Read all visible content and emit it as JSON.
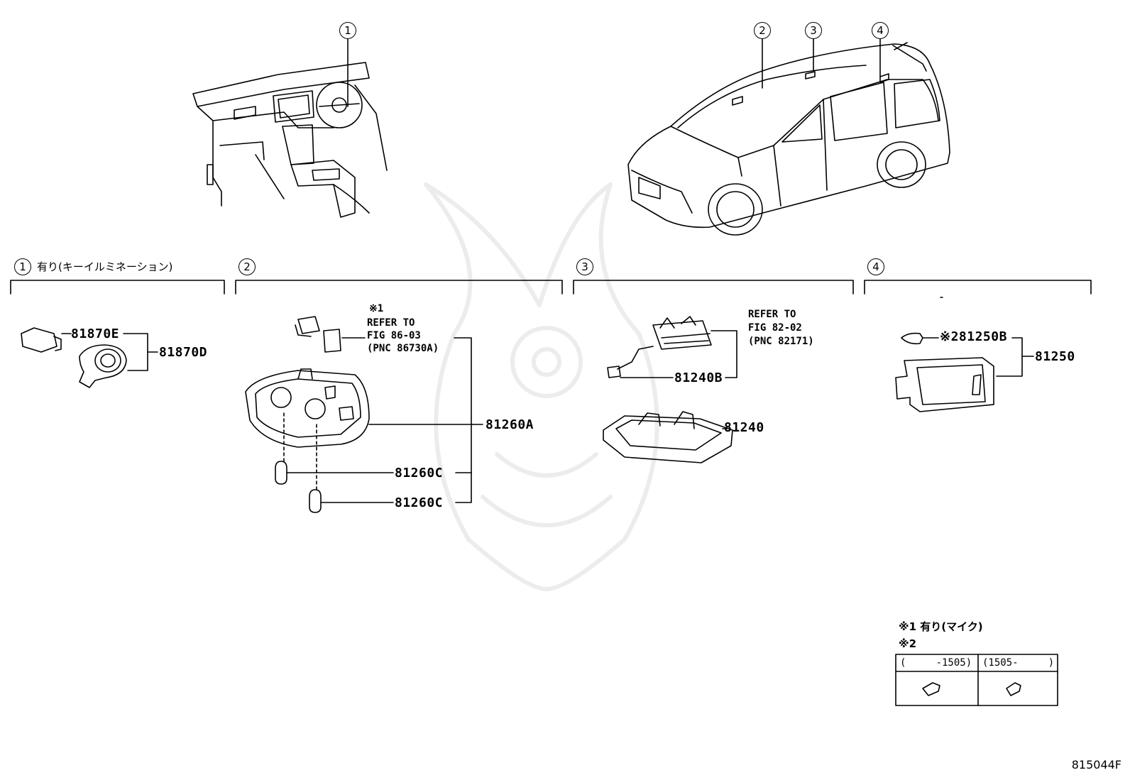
{
  "callouts": {
    "c1": "1",
    "c2": "2",
    "c3": "3",
    "c4": "4"
  },
  "sections": {
    "s1": "有り(キーイルミネーション)",
    "s2": "",
    "s3": "",
    "s4": ""
  },
  "parts": {
    "p81870E": "81870E",
    "p81870D": "81870D",
    "p81260A": "81260A",
    "p81260C_1": "81260C",
    "p81260C_2": "81260C",
    "p81240B": "81240B",
    "p81240": "81240",
    "p81250B": "※281250B",
    "p81250": "81250"
  },
  "refs": {
    "r1_mark": "※1",
    "r1_line1": "REFER TO",
    "r1_line2": "FIG 86-03",
    "r1_line3": "(PNC 86730A)",
    "r2_line1": "REFER TO",
    "r2_line2": "FIG 82-02",
    "r2_line3": "(PNC 82171)"
  },
  "notes": {
    "n1": "※1 有り(マイク)",
    "n2": "※2"
  },
  "table": {
    "col1": "(     -1505)",
    "col2": "(1505-     )"
  },
  "figure_id": "815044F"
}
